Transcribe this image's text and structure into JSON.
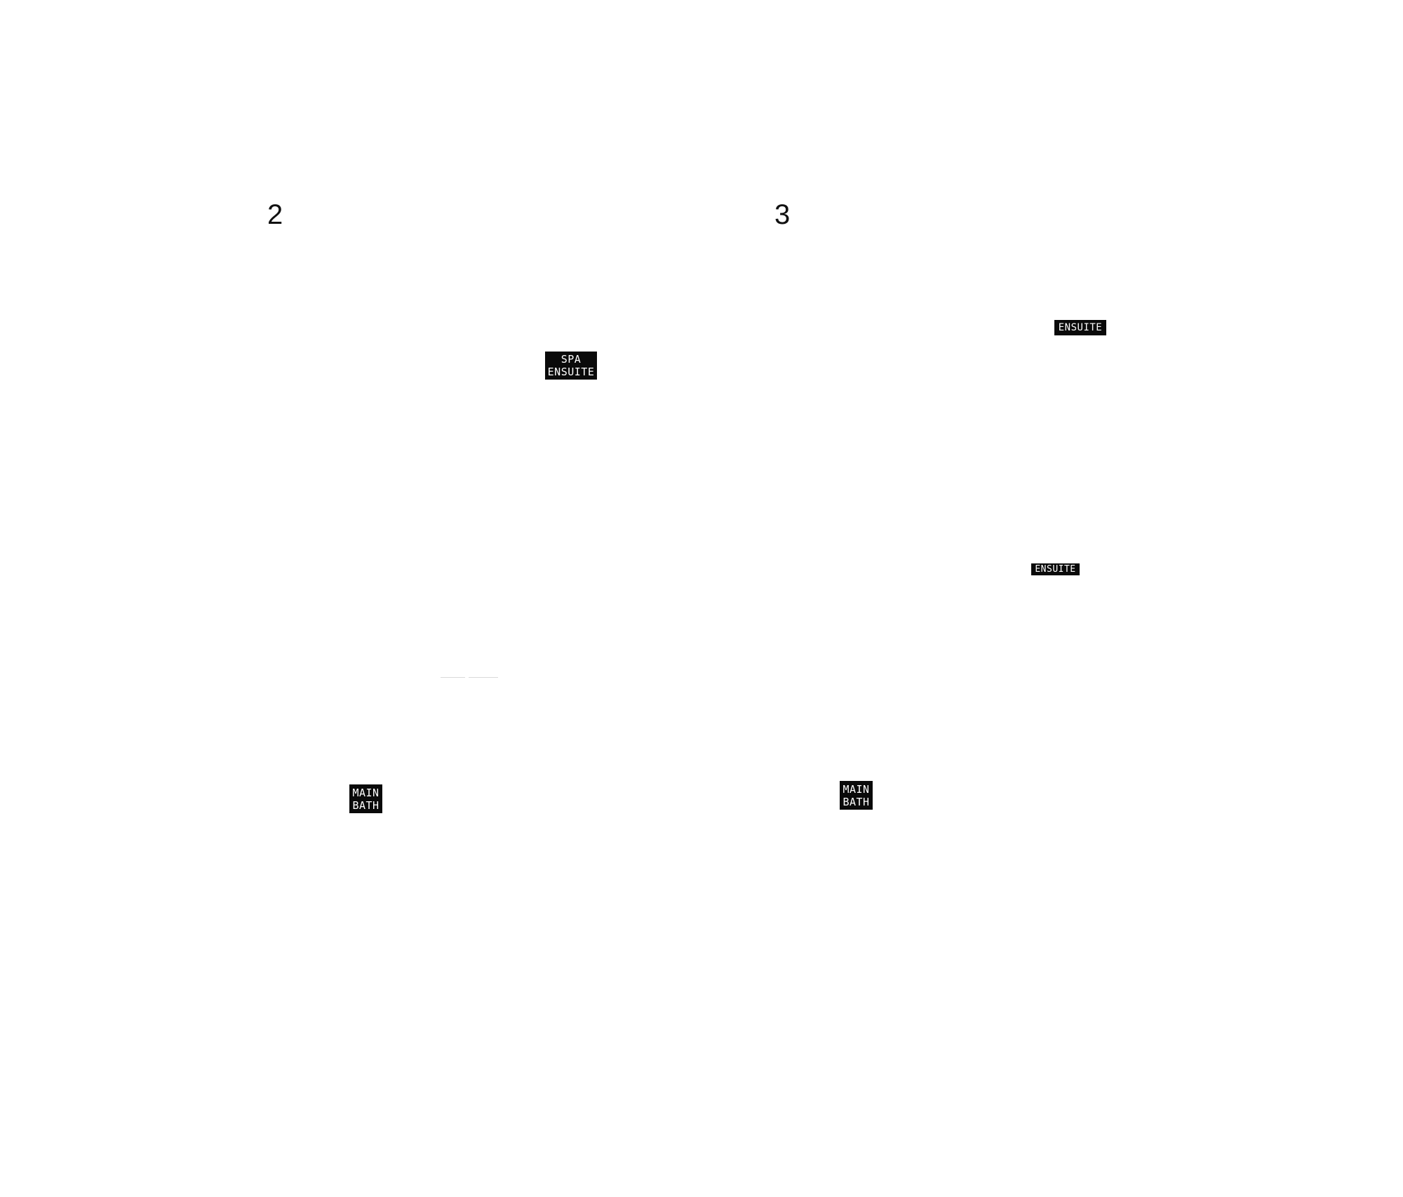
{
  "plans": [
    {
      "number": "2"
    },
    {
      "number": "3"
    }
  ],
  "room_tags": {
    "spa_ensuite": {
      "line1": "SPA",
      "line2": "ENSUITE"
    },
    "main_bath_plan2": {
      "line1": "MAIN",
      "line2": "BATH"
    },
    "ensuite_top": {
      "line1": "ENSUITE"
    },
    "ensuite_mid": {
      "line1": "ENSUITE"
    },
    "main_bath_plan3": {
      "line1": "MAIN",
      "line2": "BATH"
    }
  },
  "colors": {
    "background": "#ffffff",
    "tag_background": "#0a0a0a",
    "tag_text": "#ffffff",
    "number_text": "#111111"
  }
}
